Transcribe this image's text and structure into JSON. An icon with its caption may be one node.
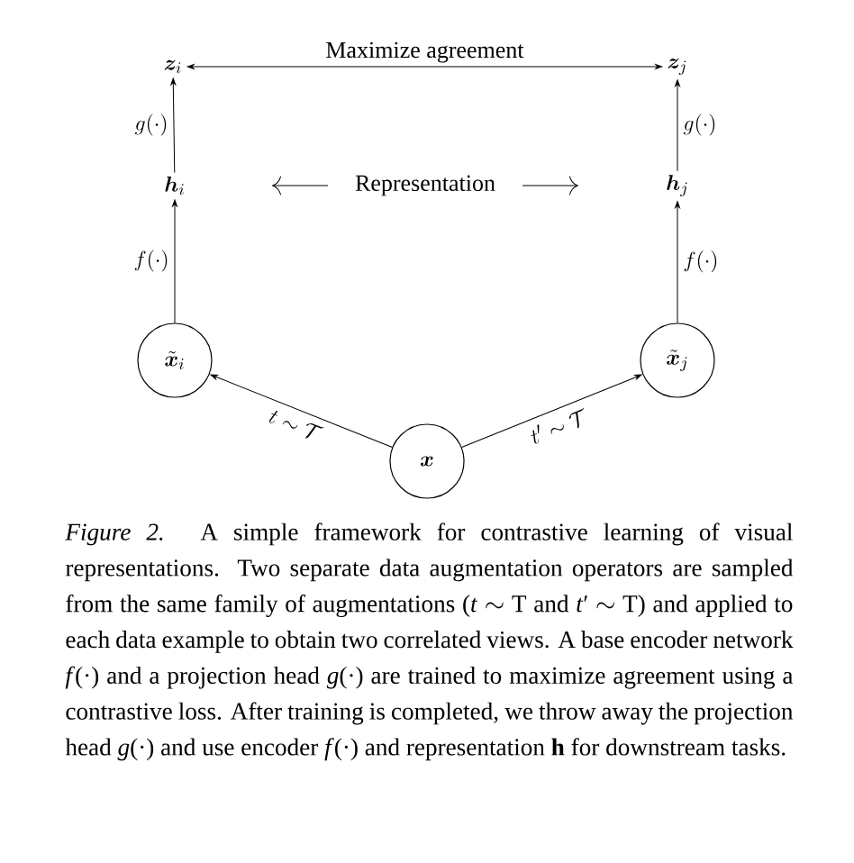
{
  "diagram": {
    "caption": "*Figure 2.* A simple framework for contrastive learning of visual representations. Two separate data augmentation operators are sampled from the same family of augmentations (*t* ∼ T and *t*′ ∼ T) and applied to each data example to obtain two correlated views. A base encoder network *f*(·) and a projection head *g*(·) are trained to maximize agreement using a contrastive loss. After training is completed, we throw away the projection head *g*(·) and use encoder *f*(·) and representation **h** for downstream tasks.",
    "nodes": [
      {
        "text": [
          "\\boldsymbol{z}_i"
        ]
      },
      {
        "text": [
          "\\boldsymbol{z}_j"
        ]
      },
      {
        "text": [
          "\\boldsymbol{h}_i"
        ]
      },
      {
        "text": [
          "\\boldsymbol{h}_j"
        ]
      },
      {
        "text": [
          "\\tilde{\\boldsymbol{x}}_i"
        ]
      },
      {
        "text": [
          "\\tilde{\\boldsymbol{x}}_j"
        ]
      },
      {
        "text": [
          "\\boldsymbol{x}"
        ]
      }
    ],
    "edges": [
      {
        "from": 0,
        "to": 1,
        "arrow": "both",
        "label": "Maximize agreement"
      },
      {
        "from": 2,
        "to": 0,
        "arrow": "to",
        "label": "g(\\cdot)"
      },
      {
        "from": 3,
        "to": 1,
        "arrow": "to",
        "label": "g(\\cdot)"
      },
      {
        "from": 4,
        "to": 2,
        "arrow": "to",
        "label": "f(\\cdot)"
      },
      {
        "from": 5,
        "to": 3,
        "arrow": "to",
        "label": "f(\\cdot)"
      },
      {
        "from": 6,
        "to": 4,
        "arrow": "to",
        "label": "t \\sim \\mathcal{T}"
      },
      {
        "from": 6,
        "to": 5,
        "arrow": "to",
        "label": "t' \\sim \\mathcal{T}"
      }
    ],
    "labels": [
      "Representation"
    ]
  }
}
